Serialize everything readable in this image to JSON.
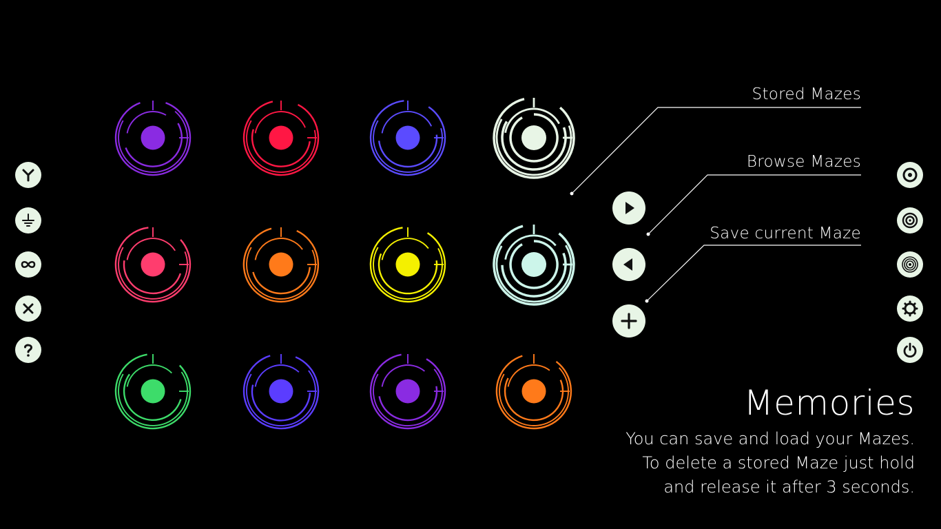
{
  "left_toolbar": [
    {
      "name": "y-icon",
      "glyph": "Y"
    },
    {
      "name": "ground-icon",
      "glyph": "ground"
    },
    {
      "name": "infinity-icon",
      "glyph": "infinity"
    },
    {
      "name": "close-icon",
      "glyph": "x"
    },
    {
      "name": "help-icon",
      "glyph": "?"
    }
  ],
  "right_toolbar": [
    {
      "name": "small-target-icon"
    },
    {
      "name": "medium-target-icon"
    },
    {
      "name": "large-target-icon"
    },
    {
      "name": "gear-icon"
    },
    {
      "name": "power-icon"
    }
  ],
  "nav": {
    "next_icon": "play-icon",
    "prev_icon": "back-icon",
    "add_icon": "plus-icon"
  },
  "callouts": {
    "stored": "Stored Mazes",
    "browse": "Browse Mazes",
    "save": "Save current Maze"
  },
  "info": {
    "title": "Memories",
    "lines": [
      "You can save and load your Mazes.",
      "To delete a stored Maze just hold",
      "and release it after 3 seconds."
    ]
  },
  "mazes": [
    {
      "color": "#8a2be2",
      "rings": 2
    },
    {
      "color": "#ff1744",
      "rings": 2
    },
    {
      "color": "#5b4bff",
      "rings": 2
    },
    {
      "color": "#e8f5e6",
      "rings": 3
    },
    {
      "color": "#ff3d6e",
      "rings": 2
    },
    {
      "color": "#ff7a1a",
      "rings": 2
    },
    {
      "color": "#f4f000",
      "rings": 2
    },
    {
      "color": "#ccf5ea",
      "rings": 3
    },
    {
      "color": "#3ddc6a",
      "rings": 2
    },
    {
      "color": "#5b3dff",
      "rings": 2
    },
    {
      "color": "#8a2be2",
      "rings": 2
    },
    {
      "color": "#ff7a1a",
      "rings": 2
    }
  ]
}
